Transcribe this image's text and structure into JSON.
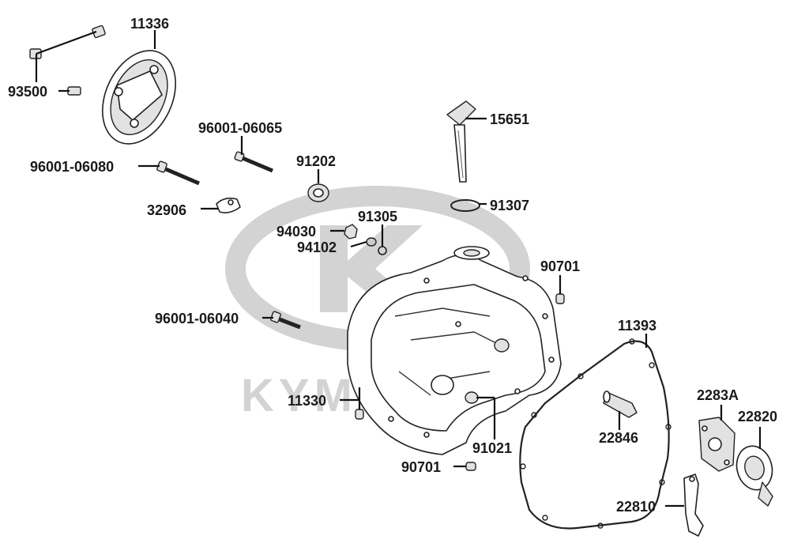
{
  "watermark": {
    "text": "KYMCO",
    "color": "#d3d3d3"
  },
  "labels": {
    "p11336": "11336",
    "p93500": "93500",
    "p96001_06065": "96001-06065",
    "p96001_06080": "96001-06080",
    "p91202": "91202",
    "p32906": "32906",
    "p15651": "15651",
    "p91307": "91307",
    "p94030": "94030",
    "p91305": "91305",
    "p94102": "94102",
    "p90701_top": "90701",
    "p96001_06040": "96001-06040",
    "p11393": "11393",
    "p11330": "11330",
    "p2283A": "2283A",
    "p22820": "22820",
    "p22846": "22846",
    "p91021": "91021",
    "p90701_bottom": "90701",
    "p22810": "22810"
  }
}
